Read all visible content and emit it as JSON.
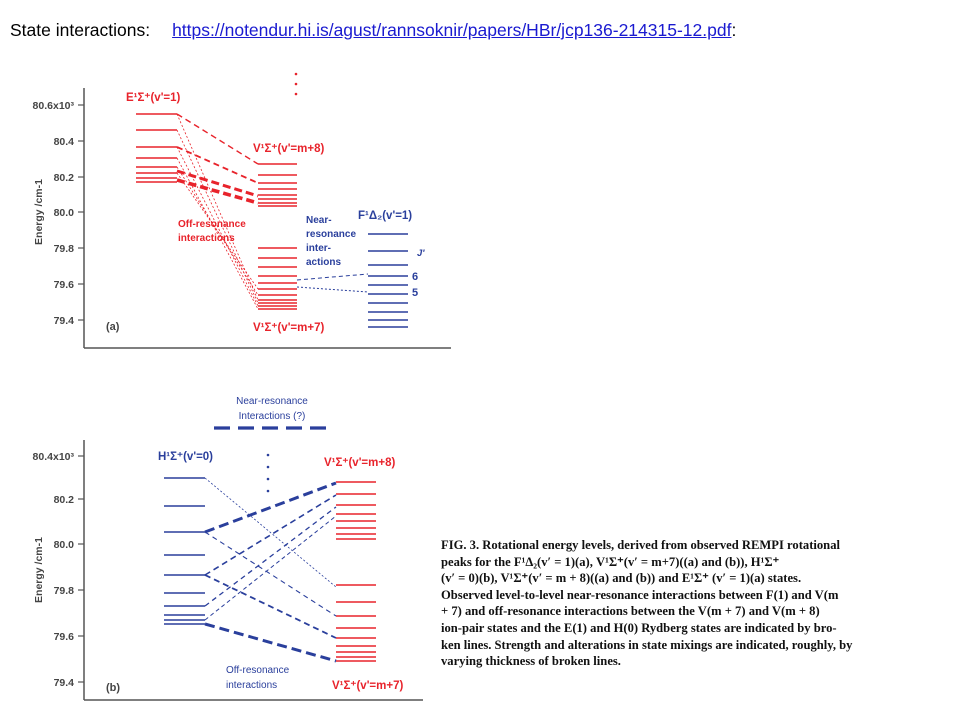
{
  "header": {
    "label": "State interactions:",
    "link": "https://notendur.hi.is/agust/rannsoknir/papers/HBr/jcp136-214315-12.pdf",
    "trail": ":"
  },
  "colors": {
    "red": "#e8232b",
    "blue": "#2a3f9c",
    "axis": "#555555",
    "link": "#1a1ad0"
  },
  "panel_a": {
    "tag": "(a)",
    "y_axis_label": "Energy /cm-1",
    "ticks": [
      "80.6x10³",
      "80.4",
      "80.2",
      "80.0",
      "79.8",
      "79.6",
      "79.4"
    ],
    "state_E": "E¹Σ⁺(v'=1)",
    "state_V_m8": "V¹Σ⁺(v'=m+8)",
    "state_V_m7": "V¹Σ⁺(v'=m+7)",
    "state_F": "F¹Δ₂(v'=1)",
    "j_label": "J'",
    "j6": "6",
    "j5": "5",
    "note_off": [
      "Off-resonance",
      "interactions"
    ],
    "note_near": [
      "Near-",
      "resonance",
      "inter-",
      "actions"
    ]
  },
  "panel_b": {
    "tag": "(b)",
    "y_axis_label": "Energy /cm-1",
    "ticks": [
      "80.4x10³",
      "80.2",
      "80.0",
      "79.8",
      "79.6",
      "79.4"
    ],
    "state_H": "H¹Σ⁺(v'=0)",
    "state_V_m8": "V¹Σ⁺(v'=m+8)",
    "state_V_m7": "V¹Σ⁺(v'=m+7)",
    "note_near": [
      "Near-resonance",
      "Interactions (?)"
    ],
    "note_off": [
      "Off-resonance",
      "interactions"
    ]
  },
  "caption": {
    "line1": "FIG. 3.  Rotational energy levels, derived from observed REMPI rotational",
    "line2": "peaks for the F¹Δ₂(v′ = 1)(a), V¹Σ⁺(v′ = m+7)((a) and (b)), H¹Σ⁺",
    "line3": "(v′ = 0)(b), V¹Σ⁺(v′ = m + 8)((a) and (b)) and E¹Σ⁺ (v′ = 1)(a) states.",
    "line4": "Observed level-to-level near-resonance interactions between F(1) and V(m",
    "line5": "+ 7) and off-resonance interactions between the V(m + 7) and V(m + 8)",
    "line6": "ion-pair states and the E(1) and H(0) Rydberg states are indicated by bro-",
    "line7": "ken lines. Strength and alterations in state mixings are indicated, roughly, by",
    "line8": "varying thickness of broken lines."
  }
}
